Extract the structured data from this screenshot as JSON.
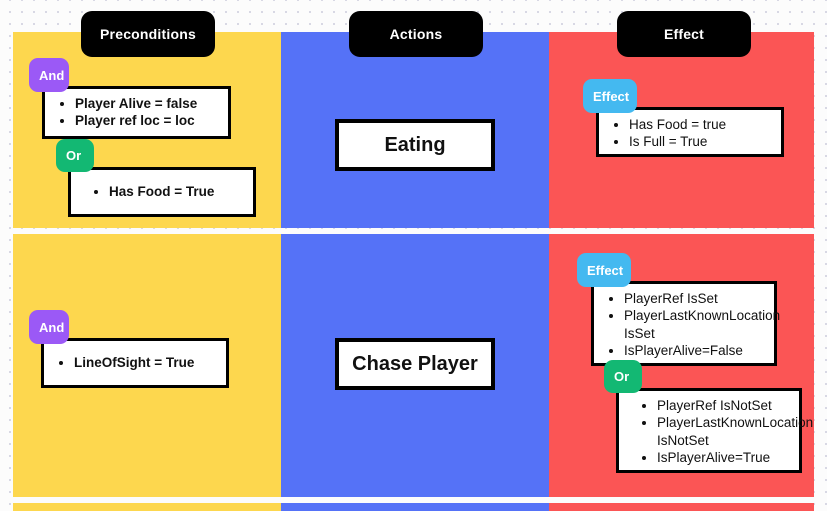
{
  "diagram": {
    "title_columns": [
      {
        "id": "preconditions",
        "label": "Preconditions"
      },
      {
        "id": "actions",
        "label": "Actions"
      },
      {
        "id": "effect",
        "label": "Effect"
      }
    ],
    "colors": {
      "preconditions_band": "#FDD74E",
      "actions_band": "#5572F7",
      "effect_band": "#FB5555",
      "and_tag": "#9B59F6",
      "or_tag": "#13B873",
      "effect_tag": "#44B9F0",
      "header_pill": "#000000"
    },
    "rows": [
      {
        "id": "eating",
        "action": {
          "label": "Eating"
        },
        "preconditions": [
          {
            "tag": "And",
            "tag_kind": "and",
            "items": [
              "Player Alive = false",
              "Player ref loc = loc"
            ]
          },
          {
            "tag": "Or",
            "tag_kind": "or",
            "items": [
              "Has Food = True"
            ]
          }
        ],
        "effects": [
          {
            "tag": "Effect",
            "tag_kind": "effect",
            "items": [
              "Has Food = true",
              "Is Full = True"
            ]
          }
        ]
      },
      {
        "id": "chase-player",
        "action": {
          "label": "Chase Player"
        },
        "preconditions": [
          {
            "tag": "And",
            "tag_kind": "and",
            "items": [
              "LineOfSight = True"
            ]
          }
        ],
        "effects": [
          {
            "tag": "Effect",
            "tag_kind": "effect",
            "items": [
              "PlayerRef IsSet",
              "PlayerLastKnownLocation IsSet",
              "IsPlayerAlive=False"
            ]
          },
          {
            "tag": "Or",
            "tag_kind": "or",
            "items": [
              "PlayerRef IsNotSet",
              "PlayerLastKnownLocation IsNotSet",
              "IsPlayerAlive=True"
            ]
          }
        ]
      }
    ]
  }
}
